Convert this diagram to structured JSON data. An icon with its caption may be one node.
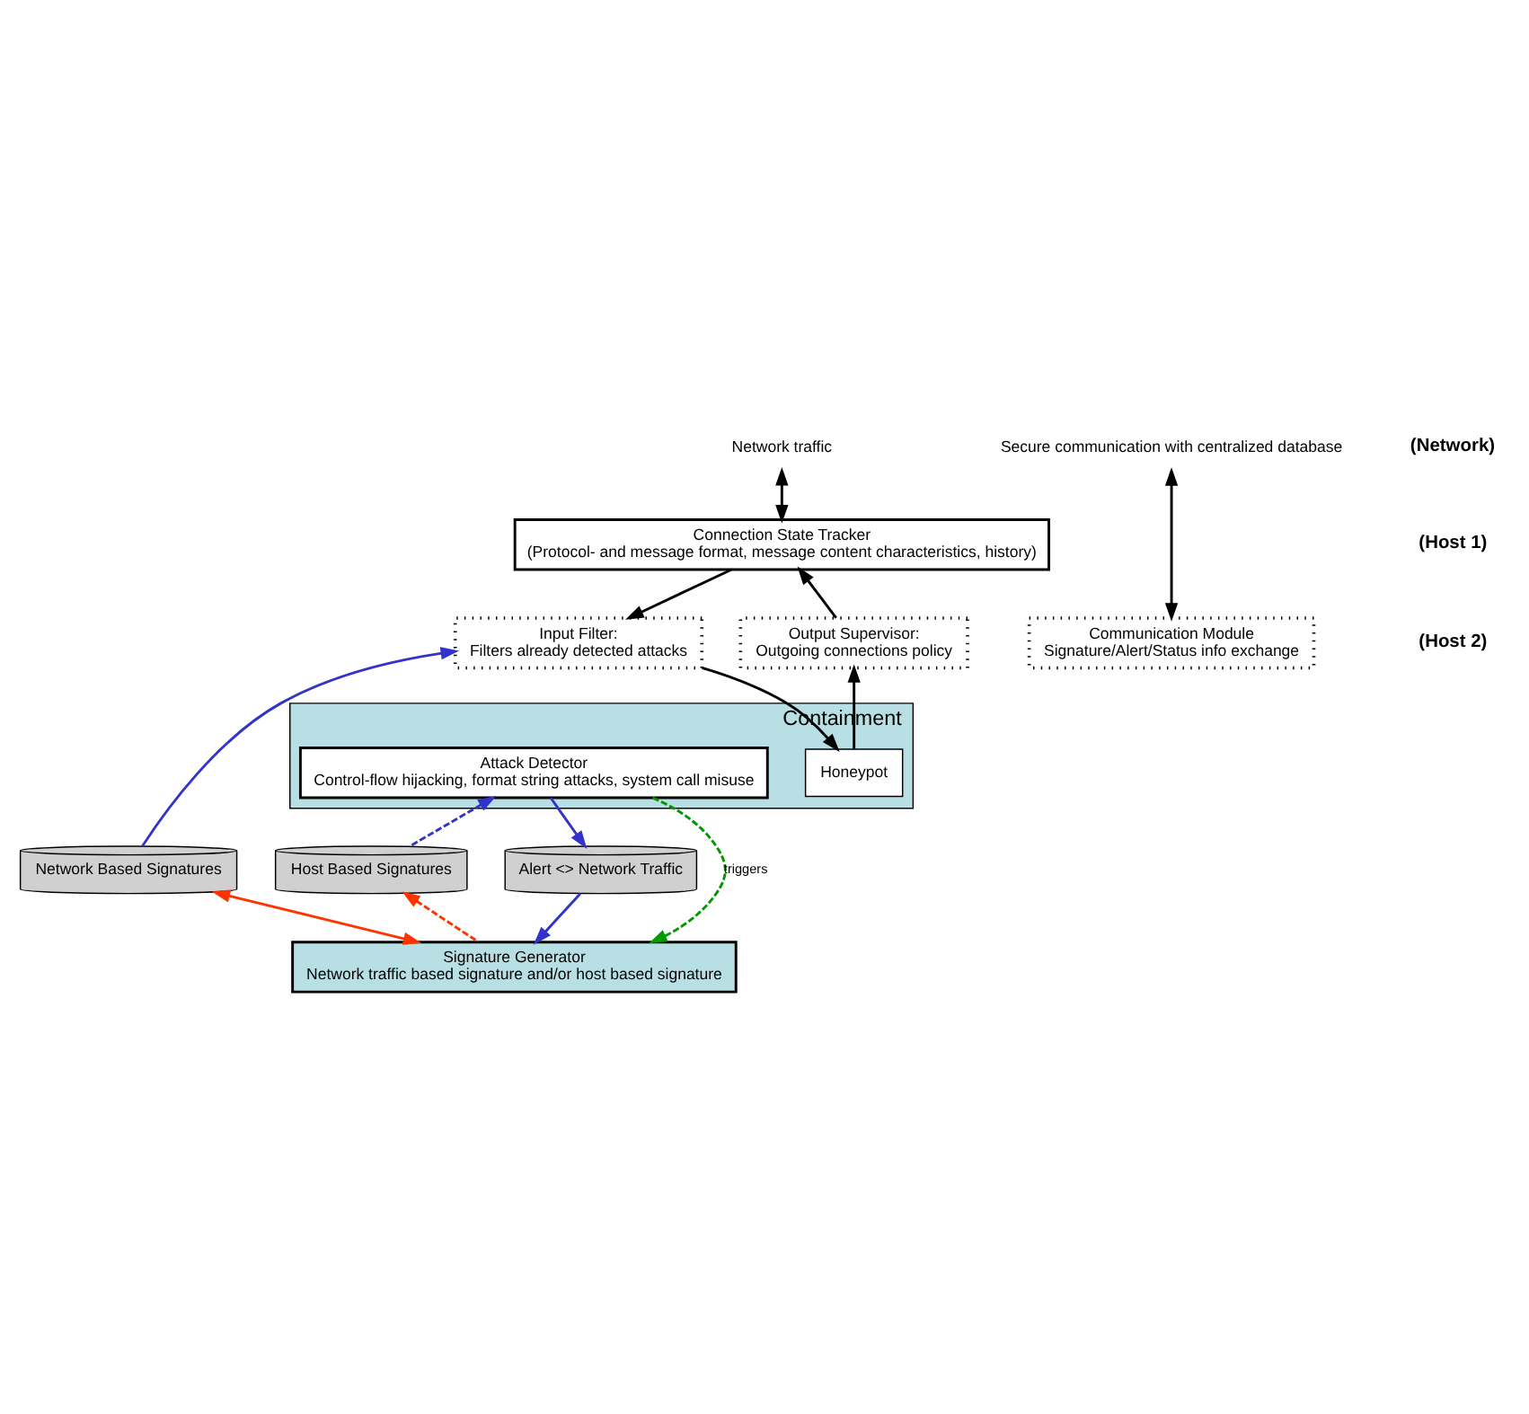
{
  "diagram": {
    "nodes": [
      {
        "text": [
          "Network traffic"
        ]
      },
      {
        "text": [
          "Connection State Tracker",
          "(Protocol- and message format, message content characteristics, history)"
        ]
      },
      {
        "text": [
          "Input Filter:",
          "Filters already detected attacks"
        ]
      },
      {
        "text": [
          "Output Supervisor:",
          "Outgoing connections policy"
        ]
      },
      {
        "text": [
          "Secure communication with centralized database"
        ]
      },
      {
        "text": [
          "Communication Module",
          "Signature/Alert/Status info exchange"
        ]
      },
      {
        "text": [
          "Containment"
        ]
      },
      {
        "text": [
          "Honeypot"
        ],
        "in": 6
      },
      {
        "text": [
          "Attack Detector",
          "Control-flow hijacking, format string attacks, system call misuse"
        ],
        "in": 6
      },
      {
        "text": [
          "Signature Generator",
          "Network traffic based signature and/or host based signature"
        ]
      },
      {
        "text": [
          "Host Based Signatures"
        ]
      },
      {
        "text": [
          "Network Based Signatures"
        ]
      },
      {
        "text": [
          "Alert <> Network Traffic"
        ]
      }
    ],
    "edges": [
      {
        "from": 1,
        "to": 0,
        "arrow": "both"
      },
      {
        "from": 1,
        "to": 2,
        "arrow": "to"
      },
      {
        "from": 3,
        "to": 1,
        "arrow": "to"
      },
      {
        "from": 5,
        "to": 4,
        "arrow": "both"
      },
      {
        "from": 2,
        "to": 7,
        "arrow": "to"
      },
      {
        "from": 7,
        "to": 3,
        "arrow": "to"
      },
      {
        "from": 8,
        "to": 9,
        "arrow": "to",
        "label": "triggers",
        "style": "dashed",
        "color": "#009900"
      },
      {
        "from": 10,
        "to": 8,
        "arrow": "to",
        "style": "dashed",
        "color": "#3333cc"
      },
      {
        "from": 9,
        "to": 11,
        "arrow": "both",
        "color": "#ff3300"
      },
      {
        "from": 9,
        "to": 10,
        "arrow": "to",
        "style": "dashed",
        "color": "#ff3300"
      },
      {
        "from": 8,
        "to": 12,
        "arrow": "to",
        "color": "#3333cc"
      },
      {
        "from": 12,
        "to": 9,
        "arrow": "to",
        "color": "#3333cc"
      },
      {
        "from": 11,
        "to": 2,
        "arrow": "to",
        "color": "#3333cc"
      }
    ],
    "labels": [
      "(Network)",
      "(Host 1)",
      "(Host 2)"
    ]
  }
}
